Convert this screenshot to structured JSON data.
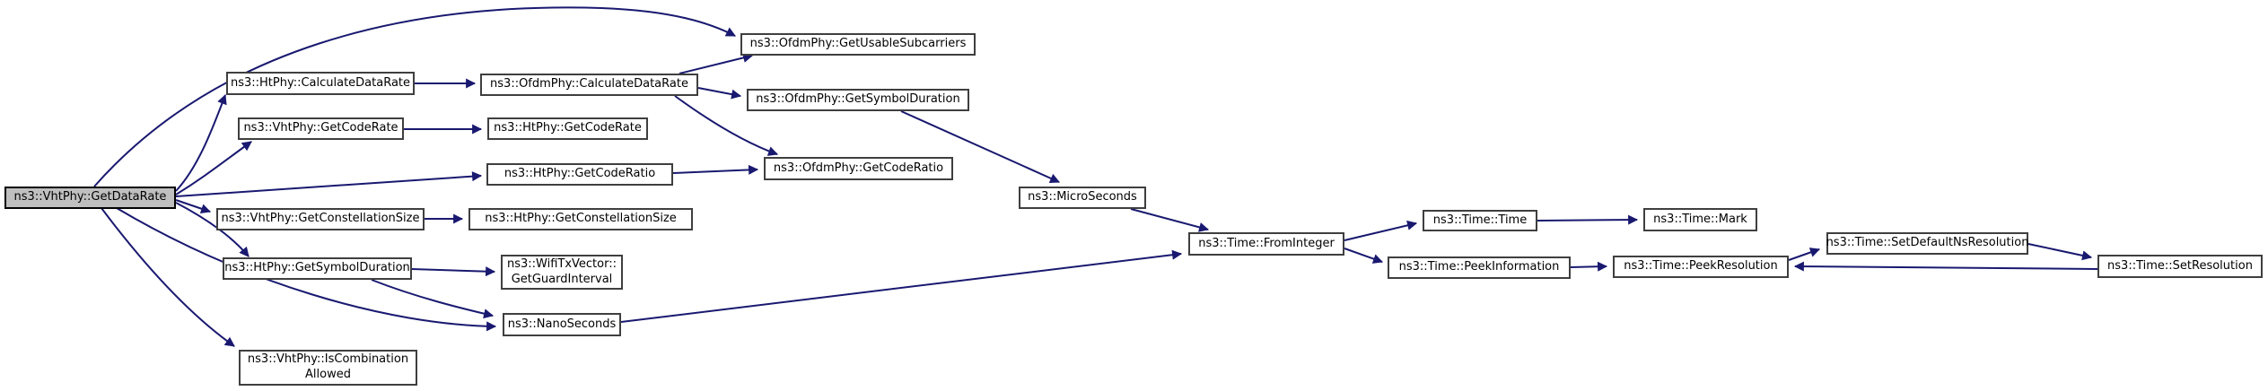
{
  "diagram": {
    "kind": "call-graph",
    "arrow_color": "#191970",
    "highlight_fill": "#bfbfbf",
    "nodes": {
      "vht_get_data_rate": {
        "label": "ns3::VhtPhy::GetDataRate",
        "highlighted": true
      },
      "ht_calculate_data_rate": {
        "label": "ns3::HtPhy::CalculateDataRate"
      },
      "vht_get_code_rate": {
        "label": "ns3::VhtPhy::GetCodeRate"
      },
      "vht_get_constellation_size": {
        "label": "ns3::VhtPhy::GetConstellationSize"
      },
      "ht_get_symbol_duration": {
        "label": "ns3::HtPhy::GetSymbolDuration"
      },
      "vht_is_combination_allowed": {
        "label": "ns3::VhtPhy::IsCombination\nAllowed"
      },
      "ofdm_calculate_data_rate": {
        "label": "ns3::OfdmPhy::CalculateDataRate"
      },
      "ofdm_get_usable_subcarriers": {
        "label": "ns3::OfdmPhy::GetUsableSubcarriers"
      },
      "ofdm_get_symbol_duration": {
        "label": "ns3::OfdmPhy::GetSymbolDuration"
      },
      "ht_get_code_rate": {
        "label": "ns3::HtPhy::GetCodeRate"
      },
      "ht_get_code_ratio": {
        "label": "ns3::HtPhy::GetCodeRatio"
      },
      "ofdm_get_code_ratio": {
        "label": "ns3::OfdmPhy::GetCodeRatio"
      },
      "ht_get_constellation_size": {
        "label": "ns3::HtPhy::GetConstellationSize"
      },
      "wifi_tx_vector_get_guard_interval": {
        "label": "ns3::WifiTxVector::\nGetGuardInterval"
      },
      "nano_seconds": {
        "label": "ns3::NanoSeconds"
      },
      "micro_seconds": {
        "label": "ns3::MicroSeconds"
      },
      "time_from_integer": {
        "label": "ns3::Time::FromInteger"
      },
      "time_time": {
        "label": "ns3::Time::Time"
      },
      "time_peek_information": {
        "label": "ns3::Time::PeekInformation"
      },
      "time_mark": {
        "label": "ns3::Time::Mark"
      },
      "time_peek_resolution": {
        "label": "ns3::Time::PeekResolution"
      },
      "time_set_default_ns_resolution": {
        "label": "ns3::Time::SetDefaultNsResolution"
      },
      "time_set_resolution": {
        "label": "ns3::Time::SetResolution"
      }
    },
    "edges": [
      {
        "from": "vht_get_data_rate",
        "to": "ht_calculate_data_rate"
      },
      {
        "from": "vht_get_data_rate",
        "to": "vht_get_code_rate"
      },
      {
        "from": "vht_get_data_rate",
        "to": "ht_get_code_ratio"
      },
      {
        "from": "vht_get_data_rate",
        "to": "vht_get_constellation_size"
      },
      {
        "from": "vht_get_data_rate",
        "to": "ht_get_symbol_duration"
      },
      {
        "from": "vht_get_data_rate",
        "to": "ofdm_get_usable_subcarriers"
      },
      {
        "from": "vht_get_data_rate",
        "to": "nano_seconds"
      },
      {
        "from": "vht_get_data_rate",
        "to": "vht_is_combination_allowed"
      },
      {
        "from": "ht_calculate_data_rate",
        "to": "ofdm_calculate_data_rate"
      },
      {
        "from": "ofdm_calculate_data_rate",
        "to": "ofdm_get_usable_subcarriers"
      },
      {
        "from": "ofdm_calculate_data_rate",
        "to": "ofdm_get_symbol_duration"
      },
      {
        "from": "ofdm_calculate_data_rate",
        "to": "ofdm_get_code_ratio"
      },
      {
        "from": "vht_get_code_rate",
        "to": "ht_get_code_rate"
      },
      {
        "from": "ht_get_code_ratio",
        "to": "ofdm_get_code_ratio"
      },
      {
        "from": "vht_get_constellation_size",
        "to": "ht_get_constellation_size"
      },
      {
        "from": "ht_get_symbol_duration",
        "to": "wifi_tx_vector_get_guard_interval"
      },
      {
        "from": "ht_get_symbol_duration",
        "to": "nano_seconds"
      },
      {
        "from": "ofdm_get_symbol_duration",
        "to": "micro_seconds"
      },
      {
        "from": "micro_seconds",
        "to": "time_from_integer"
      },
      {
        "from": "nano_seconds",
        "to": "time_from_integer"
      },
      {
        "from": "time_from_integer",
        "to": "time_time"
      },
      {
        "from": "time_from_integer",
        "to": "time_peek_information"
      },
      {
        "from": "time_time",
        "to": "time_mark"
      },
      {
        "from": "time_peek_information",
        "to": "time_peek_resolution"
      },
      {
        "from": "time_peek_resolution",
        "to": "time_set_default_ns_resolution"
      },
      {
        "from": "time_set_default_ns_resolution",
        "to": "time_set_resolution"
      },
      {
        "from": "time_set_resolution",
        "to": "time_peek_resolution"
      }
    ]
  }
}
